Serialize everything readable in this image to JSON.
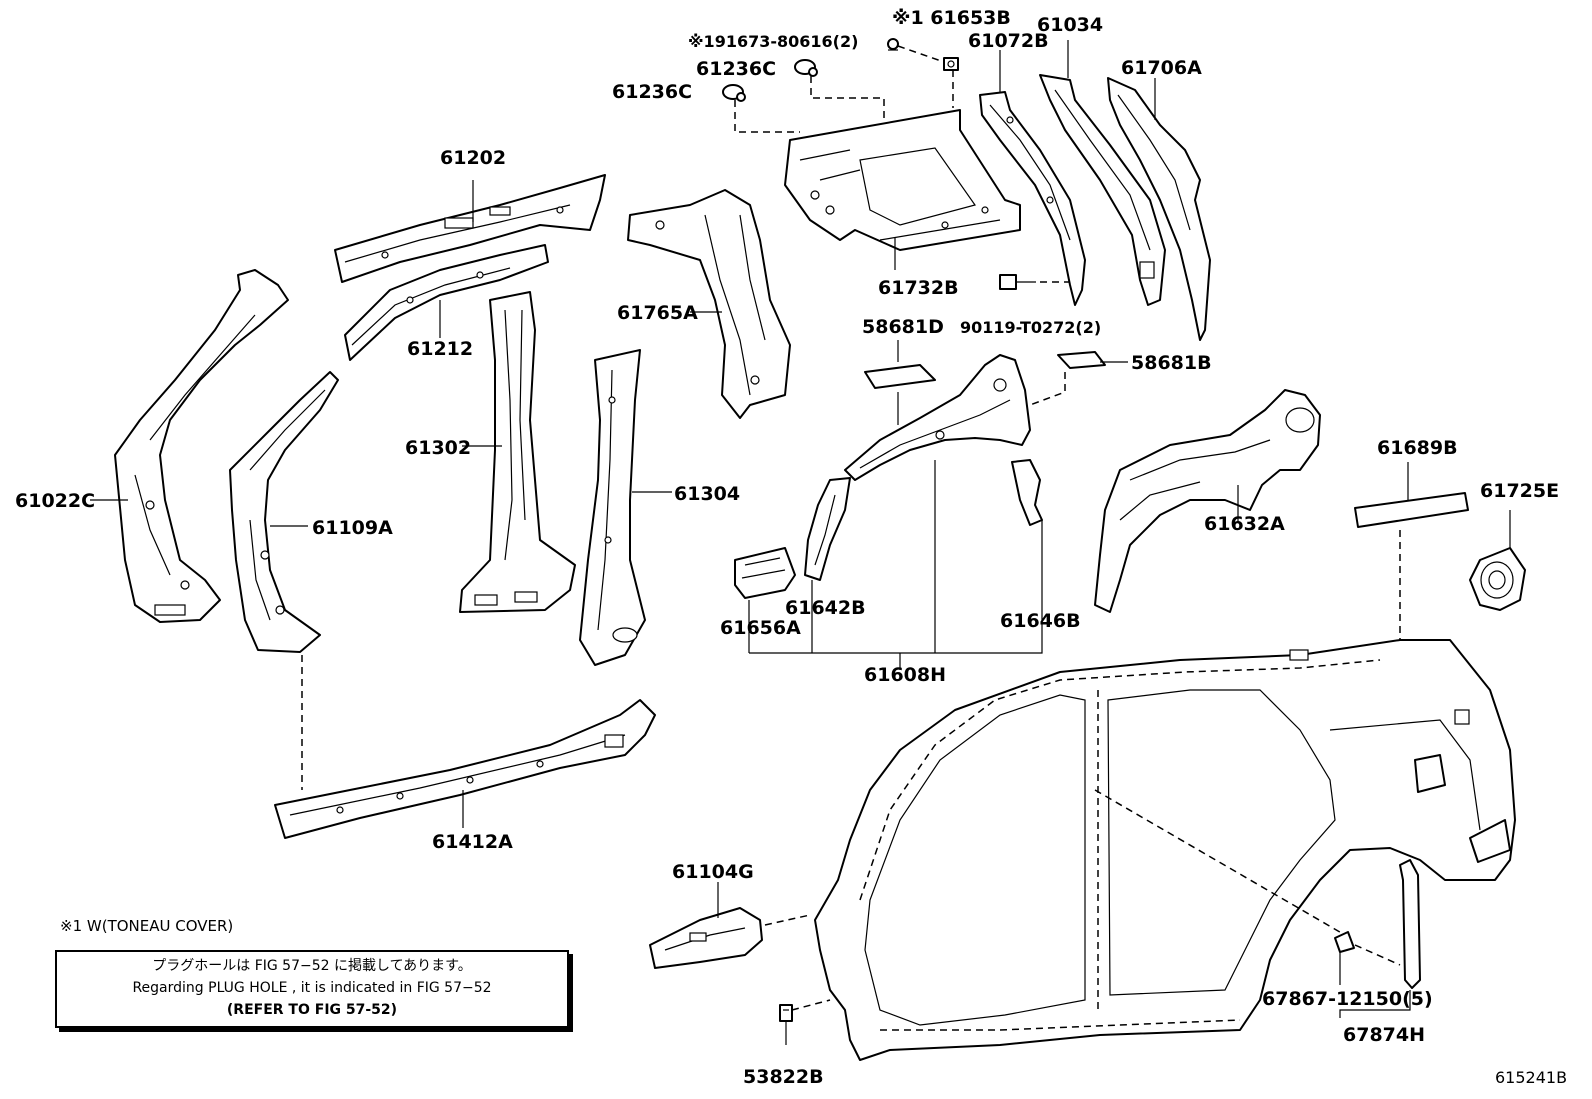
{
  "labels": {
    "p61653B": "※1 61653B",
    "p191673": "※191673-80616(2)",
    "p61236C_a": "61236C",
    "p61236C_b": "61236C",
    "p61072B": "61072B",
    "p61034": "61034",
    "p61706A": "61706A",
    "p61202": "61202",
    "p61212": "61212",
    "p61765A": "61765A",
    "p61732B": "61732B",
    "p90119": "90119-T0272(2)",
    "p58681D": "58681D",
    "p58681B": "58681B",
    "p61022C": "61022C",
    "p61109A": "61109A",
    "p61302": "61302",
    "p61304": "61304",
    "p61632A": "61632A",
    "p61689B": "61689B",
    "p61725E": "61725E",
    "p61642B": "61642B",
    "p61656A": "61656A",
    "p61646B": "61646B",
    "p61608H": "61608H",
    "p61412A": "61412A",
    "p61104G": "61104G",
    "p67867": "67867-12150(5)",
    "p67874H": "67874H",
    "p53822B": "53822B"
  },
  "footnote": "※1 W(TONEAU COVER)",
  "note": {
    "line_jp": "プラグホールは FIG 57−52 に掲載してあります。",
    "line_en": "Regarding  PLUG  HOLE , it is indicated in FIG  57−52",
    "line_ref": "(REFER TO FIG 57-52)"
  },
  "figure_code": "615241B"
}
